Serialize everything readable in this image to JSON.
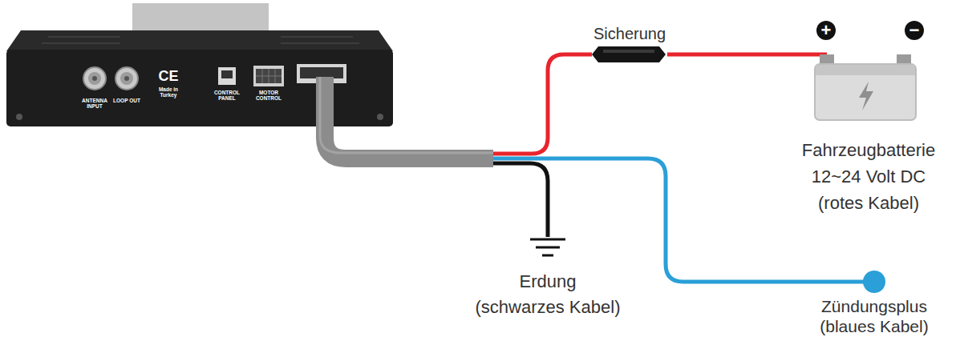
{
  "diagram": {
    "nodes": [
      {
        "text": [
          "ANTENNA INPUT",
          "LOOP OUT",
          "CE",
          "Made in Turkey",
          "CONTROL PANEL",
          "MOTOR CONTROL"
        ]
      },
      {
        "text": [
          "Sicherung"
        ]
      },
      {
        "text": [
          "+",
          "−",
          "Fahrzeugbatterie 12~24 Volt DC (rotes Kabel)"
        ]
      },
      {
        "text": [
          "Erdung (schwarzes Kabel)"
        ]
      },
      {
        "text": [
          "Zündungsplus (blaues Kabel)"
        ]
      }
    ],
    "edges": [
      {
        "from": 0,
        "to": 1,
        "arrow": "none"
      },
      {
        "from": 1,
        "to": 2,
        "arrow": "none"
      },
      {
        "from": 0,
        "to": 3,
        "arrow": "none"
      },
      {
        "from": 0,
        "to": 4,
        "arrow": "none"
      }
    ]
  }
}
